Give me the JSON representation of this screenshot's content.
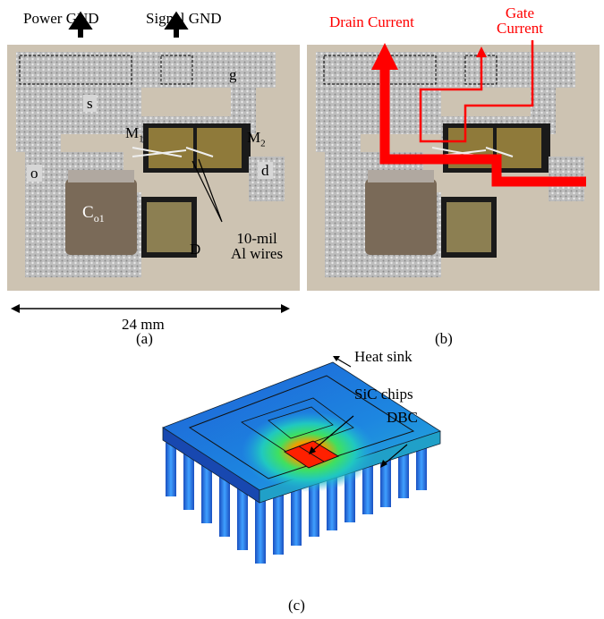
{
  "panel_a": {
    "power_gnd": "Power GND",
    "signal_gnd": "Signal GND",
    "tags": {
      "g": "g",
      "s": "s",
      "o": "o",
      "d": "d"
    },
    "m1": "M",
    "m1_sub": "1",
    "m2": "M",
    "m2_sub": "2",
    "cap": "C",
    "cap_sub": "o1",
    "diode": "D",
    "wires_line1": "10-mil",
    "wires_line2": "Al wires",
    "dimension": "24 mm",
    "caption": "(a)"
  },
  "panel_b": {
    "drain_current": "Drain Current",
    "gate_line1": "Gate",
    "gate_line2": "Current",
    "caption": "(b)",
    "arrow_color": "#ff0000"
  },
  "panel_c": {
    "heat_sink": "Heat sink",
    "sic_chips": "SiC chips",
    "dbc": "DBC",
    "caption": "(c)"
  }
}
